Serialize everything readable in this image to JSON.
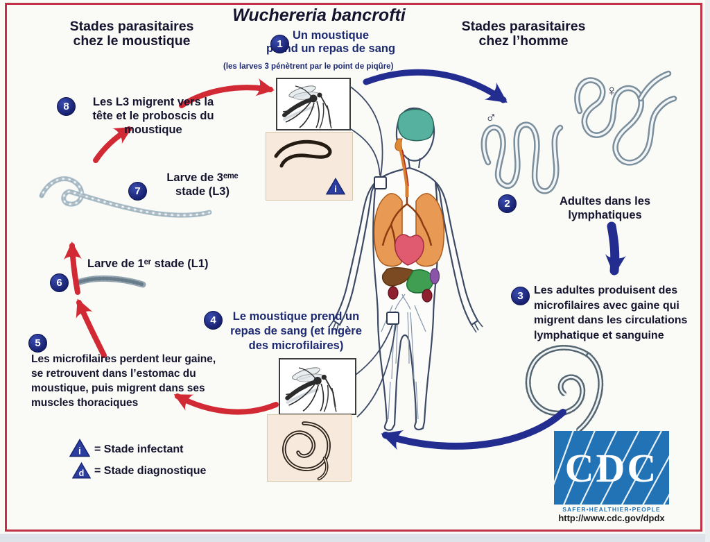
{
  "title": "Wuchereria bancrofti",
  "headings": {
    "mosquito": "Stades parasitaires\nchez le moustique",
    "human": "Stades parasitaires\nchez l’homme"
  },
  "steps": [
    {
      "number": "1",
      "text": "Un moustique\nprend un repas de sang",
      "note": "(les larves 3 pénètrent par le point de piqûre)"
    },
    {
      "number": "2",
      "text": "Adultes dans les\nlymphatiques"
    },
    {
      "number": "3",
      "text": "Les adultes produisent des\nmicrofilaires avec gaine qui\nmigrent dans les circulations\nlymphatique et sanguine"
    },
    {
      "number": "4",
      "text": "Le moustique prend un\nrepas de sang (et ingère\ndes microfilaires)"
    },
    {
      "number": "5",
      "text": "Les microfilaires perdent leur gaine,\nse retrouvent dans l’estomac du\nmoustique, puis migrent dans ses\nmuscles thoraciques"
    },
    {
      "number": "6",
      "text": "Larve de 1ᵉʳ stade (L1)"
    },
    {
      "number": "7",
      "text": "Larve de 3ᵉᵐᵉ\nstade (L3)"
    },
    {
      "number": "8",
      "text": "Les L3 migrent vers la\ntête et le proboscis du\nmoustique"
    }
  ],
  "legend": {
    "infectious": {
      "symbol": "i",
      "label": "= Stade infectant"
    },
    "diagnostic": {
      "symbol": "d",
      "label": "= Stade diagnostique"
    }
  },
  "symbols": {
    "male": "♂",
    "female": "♀"
  },
  "cdc": {
    "logo": "CDC",
    "tagline": "SAFER•HEALTHIER•PEOPLE",
    "url": "http://www.cdc.gov/dpdx"
  },
  "colors": {
    "arrow_red": "#d22a35",
    "arrow_blue": "#232d8f",
    "badge_blue": "#1b2680",
    "box_beige": "#f7eadc",
    "cdc_blue": "#2173b5",
    "frame_red": "#c23247",
    "text_dark": "#14142e",
    "text_navy": "#1d2a72"
  }
}
